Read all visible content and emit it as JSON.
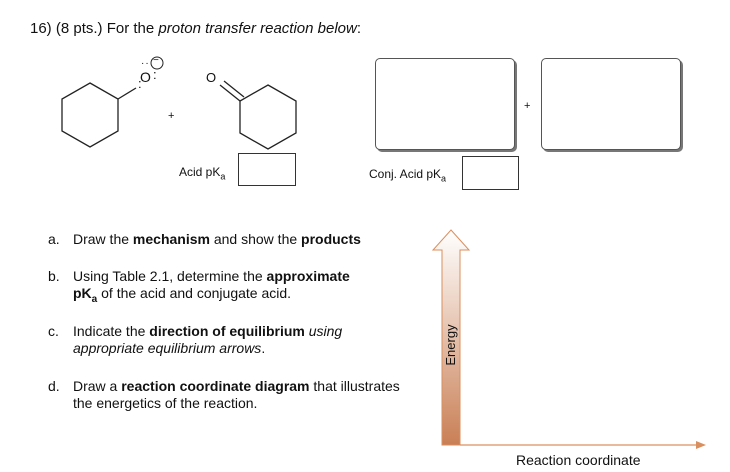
{
  "question": {
    "header": "16) (8 pts.) For the ",
    "header_italic": "proton transfer reaction below",
    "header_end": ":"
  },
  "reaction": {
    "plus_reactants": "+",
    "plus_products": "+",
    "oxygen_left": "O",
    "oxygen_right": "O",
    "negative_charge": "−",
    "lone_pairs_top": "··",
    "lone_pair_right": ":",
    "lone_pair_left": ":"
  },
  "acid_pka": {
    "label": "Acid pK",
    "subscript": "a"
  },
  "conj_pka": {
    "label": "Conj. Acid pK",
    "subscript": "a"
  },
  "items": [
    {
      "letter": "a.",
      "parts": [
        "Draw the ",
        "mechanism",
        " and show the ",
        "products"
      ]
    },
    {
      "letter": "b.",
      "parts": [
        "Using Table 2.1, determine the ",
        "approximate",
        "pK",
        "a",
        " of the acid and conjugate acid."
      ]
    },
    {
      "letter": "c.",
      "parts": [
        "Indicate the ",
        "direction of equilibrium",
        " using appropriate equilibrium arrows",
        "."
      ]
    },
    {
      "letter": "d.",
      "parts": [
        "Draw a ",
        "reaction coordinate diagram",
        " that illustrates the energetics of the reaction."
      ]
    }
  ],
  "diagram": {
    "y_axis_label": "Energy",
    "x_axis_label": "Reaction coordinate",
    "arrow_color": "#d98f5e",
    "arrow_fill_top": "#ffffff",
    "arrow_fill_bottom": "#c97f55"
  }
}
